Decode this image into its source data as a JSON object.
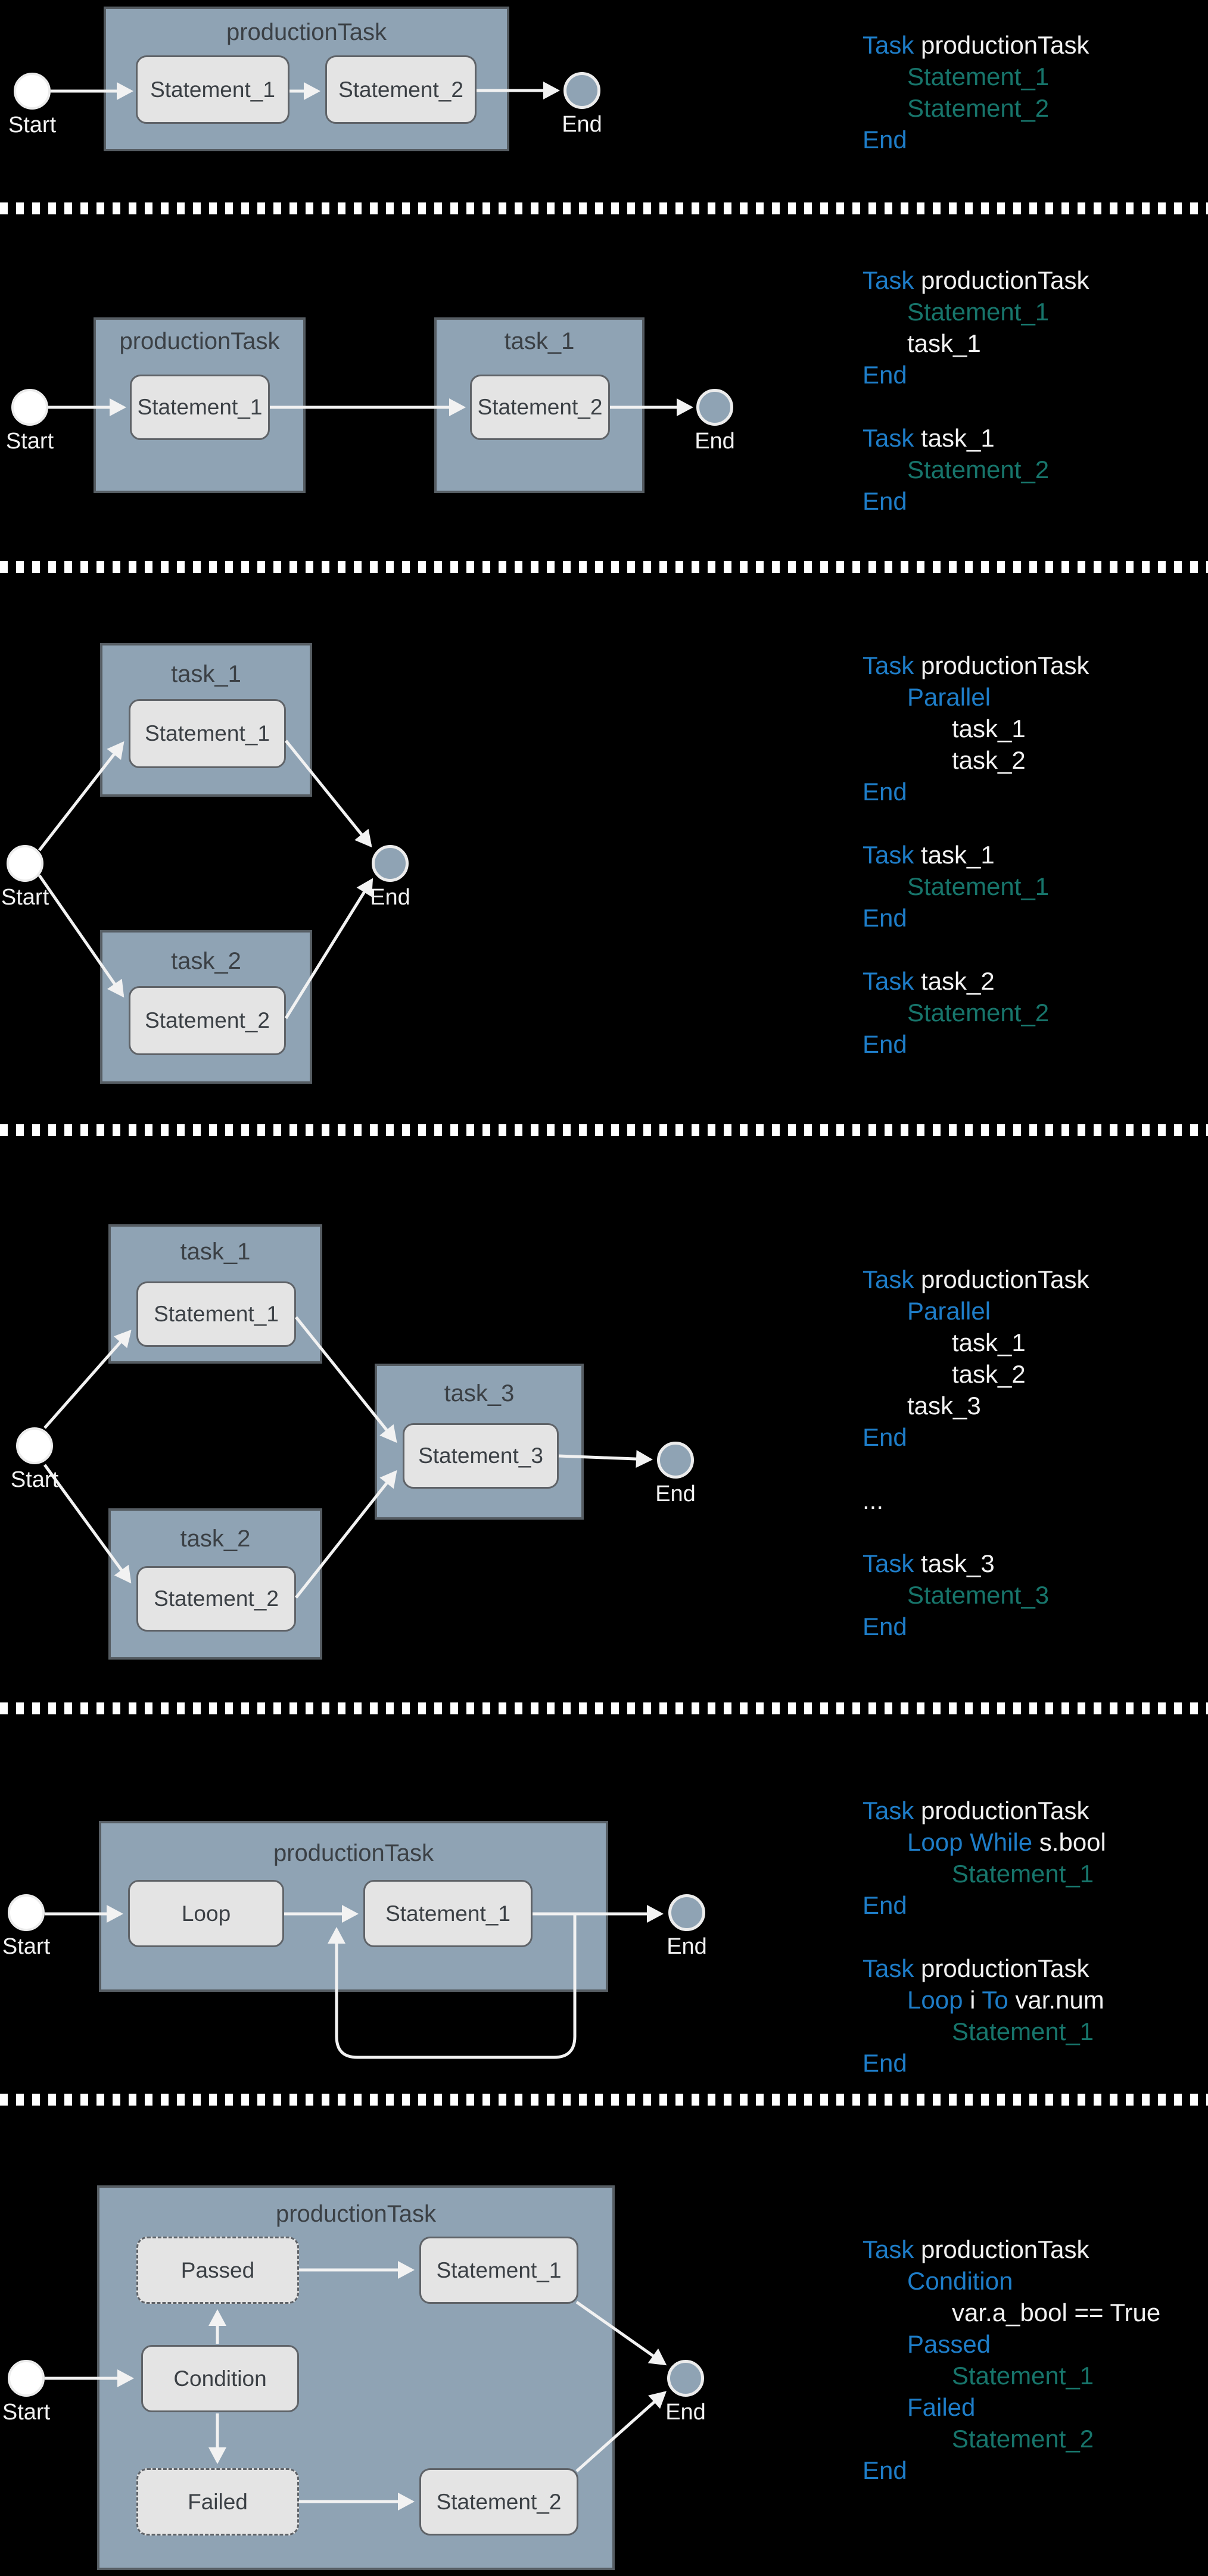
{
  "colors": {
    "background": "#000000",
    "task_box_fill": "#8fa3b4",
    "task_box_border": "#565d63",
    "statement_fill": "#e4e4e4",
    "statement_border": "#5f6368",
    "diagram_text": "#3b4045",
    "arrow": "#f2f2f2",
    "code_keyword": "#1e7dc8",
    "code_name": "#f2f2f2",
    "code_statement": "#17756b"
  },
  "sections": [
    {
      "name": "sequence",
      "start_label": "Start",
      "end_label": "End",
      "boxes": {
        "outer_title": "productionTask",
        "stmt1": "Statement_1",
        "stmt2": "Statement_2"
      },
      "code": [
        {
          "ind": 0,
          "segs": [
            {
              "c": "kw",
              "t": "Task "
            },
            {
              "c": "w",
              "t": "productionTask"
            }
          ]
        },
        {
          "ind": 1,
          "segs": [
            {
              "c": "st",
              "t": "Statement_1"
            }
          ]
        },
        {
          "ind": 1,
          "segs": [
            {
              "c": "st",
              "t": "Statement_2"
            }
          ]
        },
        {
          "ind": 0,
          "segs": [
            {
              "c": "kw",
              "t": "End"
            }
          ]
        }
      ]
    },
    {
      "name": "subtask",
      "start_label": "Start",
      "end_label": "End",
      "boxes": {
        "box1_title": "productionTask",
        "box1_stmt": "Statement_1",
        "box2_title": "task_1",
        "box2_stmt": "Statement_2"
      },
      "code": [
        {
          "ind": 0,
          "segs": [
            {
              "c": "kw",
              "t": "Task "
            },
            {
              "c": "w",
              "t": "productionTask"
            }
          ]
        },
        {
          "ind": 1,
          "segs": [
            {
              "c": "st",
              "t": "Statement_1"
            }
          ]
        },
        {
          "ind": 1,
          "segs": [
            {
              "c": "w",
              "t": "task_1"
            }
          ]
        },
        {
          "ind": 0,
          "segs": [
            {
              "c": "kw",
              "t": "End"
            }
          ]
        },
        {
          "ind": 0,
          "segs": []
        },
        {
          "ind": 0,
          "segs": [
            {
              "c": "kw",
              "t": "Task "
            },
            {
              "c": "w",
              "t": "task_1"
            }
          ]
        },
        {
          "ind": 1,
          "segs": [
            {
              "c": "st",
              "t": "Statement_2"
            }
          ]
        },
        {
          "ind": 0,
          "segs": [
            {
              "c": "kw",
              "t": "End"
            }
          ]
        }
      ]
    },
    {
      "name": "parallel",
      "start_label": "Start",
      "end_label": "End",
      "boxes": {
        "box1_title": "task_1",
        "box1_stmt": "Statement_1",
        "box2_title": "task_2",
        "box2_stmt": "Statement_2"
      },
      "code": [
        {
          "ind": 0,
          "segs": [
            {
              "c": "kw",
              "t": "Task "
            },
            {
              "c": "w",
              "t": "productionTask"
            }
          ]
        },
        {
          "ind": 1,
          "segs": [
            {
              "c": "kw",
              "t": "Parallel"
            }
          ]
        },
        {
          "ind": 2,
          "segs": [
            {
              "c": "w",
              "t": "task_1"
            }
          ]
        },
        {
          "ind": 2,
          "segs": [
            {
              "c": "w",
              "t": "task_2"
            }
          ]
        },
        {
          "ind": 0,
          "segs": [
            {
              "c": "kw",
              "t": "End"
            }
          ]
        },
        {
          "ind": 0,
          "segs": []
        },
        {
          "ind": 0,
          "segs": [
            {
              "c": "kw",
              "t": "Task "
            },
            {
              "c": "w",
              "t": "task_1"
            }
          ]
        },
        {
          "ind": 1,
          "segs": [
            {
              "c": "st",
              "t": "Statement_1"
            }
          ]
        },
        {
          "ind": 0,
          "segs": [
            {
              "c": "kw",
              "t": "End"
            }
          ]
        },
        {
          "ind": 0,
          "segs": []
        },
        {
          "ind": 0,
          "segs": [
            {
              "c": "kw",
              "t": "Task "
            },
            {
              "c": "w",
              "t": "task_2"
            }
          ]
        },
        {
          "ind": 1,
          "segs": [
            {
              "c": "st",
              "t": "Statement_2"
            }
          ]
        },
        {
          "ind": 0,
          "segs": [
            {
              "c": "kw",
              "t": "End"
            }
          ]
        }
      ]
    },
    {
      "name": "parallel-join",
      "start_label": "Start",
      "end_label": "End",
      "boxes": {
        "box1_title": "task_1",
        "box1_stmt": "Statement_1",
        "box2_title": "task_2",
        "box2_stmt": "Statement_2",
        "box3_title": "task_3",
        "box3_stmt": "Statement_3"
      },
      "code": [
        {
          "ind": 0,
          "segs": [
            {
              "c": "kw",
              "t": "Task "
            },
            {
              "c": "w",
              "t": "productionTask"
            }
          ]
        },
        {
          "ind": 1,
          "segs": [
            {
              "c": "kw",
              "t": "Parallel"
            }
          ]
        },
        {
          "ind": 2,
          "segs": [
            {
              "c": "w",
              "t": "task_1"
            }
          ]
        },
        {
          "ind": 2,
          "segs": [
            {
              "c": "w",
              "t": "task_2"
            }
          ]
        },
        {
          "ind": 1,
          "segs": [
            {
              "c": "w",
              "t": "task_3"
            }
          ]
        },
        {
          "ind": 0,
          "segs": [
            {
              "c": "kw",
              "t": "End"
            }
          ]
        },
        {
          "ind": 0,
          "segs": []
        },
        {
          "ind": 0,
          "segs": [
            {
              "c": "w",
              "t": "..."
            }
          ]
        },
        {
          "ind": 0,
          "segs": []
        },
        {
          "ind": 0,
          "segs": [
            {
              "c": "kw",
              "t": "Task "
            },
            {
              "c": "w",
              "t": "task_3"
            }
          ]
        },
        {
          "ind": 1,
          "segs": [
            {
              "c": "st",
              "t": "Statement_3"
            }
          ]
        },
        {
          "ind": 0,
          "segs": [
            {
              "c": "kw",
              "t": "End"
            }
          ]
        }
      ]
    },
    {
      "name": "loop",
      "start_label": "Start",
      "end_label": "End",
      "boxes": {
        "outer_title": "productionTask",
        "loop": "Loop",
        "stmt": "Statement_1"
      },
      "code": [
        {
          "ind": 0,
          "segs": [
            {
              "c": "kw",
              "t": "Task "
            },
            {
              "c": "w",
              "t": "productionTask"
            }
          ]
        },
        {
          "ind": 1,
          "segs": [
            {
              "c": "kw",
              "t": "Loop While "
            },
            {
              "c": "w",
              "t": "s.bool"
            }
          ]
        },
        {
          "ind": 2,
          "segs": [
            {
              "c": "st",
              "t": "Statement_1"
            }
          ]
        },
        {
          "ind": 0,
          "segs": [
            {
              "c": "kw",
              "t": "End"
            }
          ]
        },
        {
          "ind": 0,
          "segs": []
        },
        {
          "ind": 0,
          "segs": [
            {
              "c": "kw",
              "t": "Task "
            },
            {
              "c": "w",
              "t": "productionTask"
            }
          ]
        },
        {
          "ind": 1,
          "segs": [
            {
              "c": "kw",
              "t": "Loop "
            },
            {
              "c": "w",
              "t": "i "
            },
            {
              "c": "kw",
              "t": "To "
            },
            {
              "c": "w",
              "t": "var.num"
            }
          ]
        },
        {
          "ind": 2,
          "segs": [
            {
              "c": "st",
              "t": "Statement_1"
            }
          ]
        },
        {
          "ind": 0,
          "segs": [
            {
              "c": "kw",
              "t": "End"
            }
          ]
        }
      ]
    },
    {
      "name": "condition",
      "start_label": "Start",
      "end_label": "End",
      "boxes": {
        "outer_title": "productionTask",
        "passed": "Passed",
        "condition": "Condition",
        "failed": "Failed",
        "stmt1": "Statement_1",
        "stmt2": "Statement_2"
      },
      "code": [
        {
          "ind": 0,
          "segs": [
            {
              "c": "kw",
              "t": "Task "
            },
            {
              "c": "w",
              "t": "productionTask"
            }
          ]
        },
        {
          "ind": 1,
          "segs": [
            {
              "c": "kw",
              "t": "Condition"
            }
          ]
        },
        {
          "ind": 2,
          "segs": [
            {
              "c": "w",
              "t": "var.a_bool == True"
            }
          ]
        },
        {
          "ind": 1,
          "segs": [
            {
              "c": "kw",
              "t": "Passed"
            }
          ]
        },
        {
          "ind": 2,
          "segs": [
            {
              "c": "st",
              "t": "Statement_1"
            }
          ]
        },
        {
          "ind": 1,
          "segs": [
            {
              "c": "kw",
              "t": "Failed"
            }
          ]
        },
        {
          "ind": 2,
          "segs": [
            {
              "c": "st",
              "t": "Statement_2"
            }
          ]
        },
        {
          "ind": 0,
          "segs": [
            {
              "c": "kw",
              "t": "End"
            }
          ]
        }
      ]
    }
  ]
}
